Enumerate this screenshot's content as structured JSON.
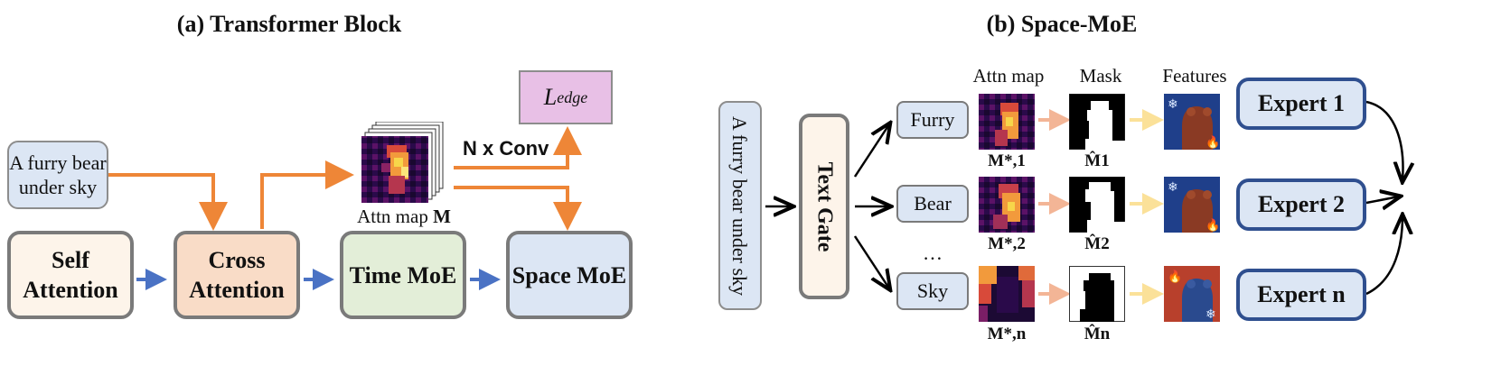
{
  "panel_a": {
    "title": "(a) Transformer Block",
    "prompt": "A furry bear under sky",
    "blocks": {
      "self_attention": "Self Attention",
      "cross_attention": "Cross Attention",
      "time_moe": "Time MoE",
      "space_moe": "Space MoE"
    },
    "conv_label": "N x Conv",
    "loss_label": "L",
    "loss_subscript": "edge",
    "attn_caption": "Attn map",
    "attn_symbol": "M"
  },
  "panel_b": {
    "title": "(b) Space-MoE",
    "prompt": "A furry bear under sky",
    "text_gate": "Text Gate",
    "headers": {
      "attn": "Attn map",
      "mask": "Mask",
      "features": "Features"
    },
    "ellipsis": "…",
    "rows": [
      {
        "token": "Furry",
        "attn_label": "M*,1",
        "mask_label": "M̂1",
        "expert": "Expert 1"
      },
      {
        "token": "Bear",
        "attn_label": "M*,2",
        "mask_label": "M̂2",
        "expert": "Expert 2"
      },
      {
        "token": "Sky",
        "attn_label": "M*,n",
        "mask_label": "M̂n",
        "expert": "Expert n"
      }
    ]
  },
  "colors": {
    "orange_arrow": "#ee8637",
    "blue_arrow": "#4a72c4",
    "self_attention_fill": "#fdf4ea",
    "cross_attention_fill": "#f9dcc7",
    "time_moe_fill": "#e3eed8",
    "space_moe_fill": "#dce6f4",
    "prompt_fill": "#dce6f4",
    "loss_fill": "#e8c0e6",
    "expert_border": "#2f4f8f",
    "peach_arrow": "#f3b596",
    "yellow_arrow": "#fbe199"
  },
  "icons": [
    "snowflake-icon",
    "fire-icon"
  ]
}
